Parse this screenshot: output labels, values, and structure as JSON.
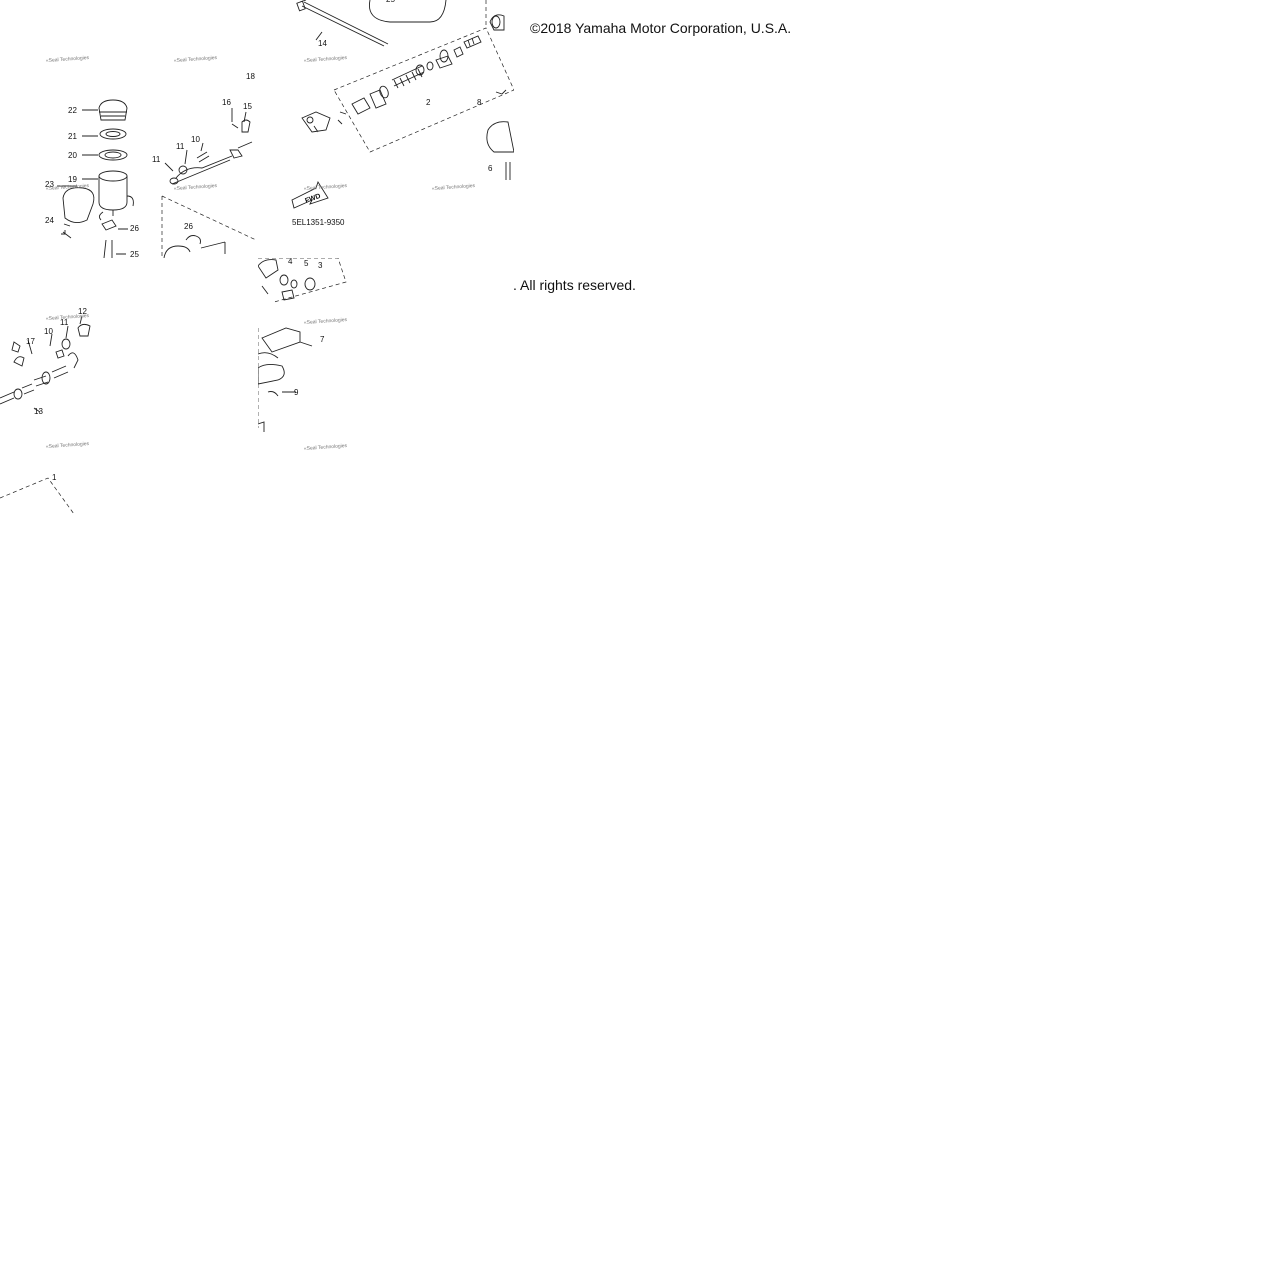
{
  "notice": {
    "copyright": "©2018 Yamaha Motor Corporation, U.S.A.",
    "rights": ". All rights reserved."
  },
  "diagram": {
    "code": "5EL1351-9350",
    "fwd_label": "FWD",
    "watermark": "«Seal Technologies",
    "callouts": [
      "1",
      "2",
      "3",
      "4",
      "5",
      "6",
      "7",
      "8",
      "9",
      "10",
      "11",
      "12",
      "13",
      "14",
      "15",
      "16",
      "17",
      "18",
      "19",
      "20",
      "21",
      "22",
      "23",
      "24",
      "25",
      "26"
    ]
  }
}
